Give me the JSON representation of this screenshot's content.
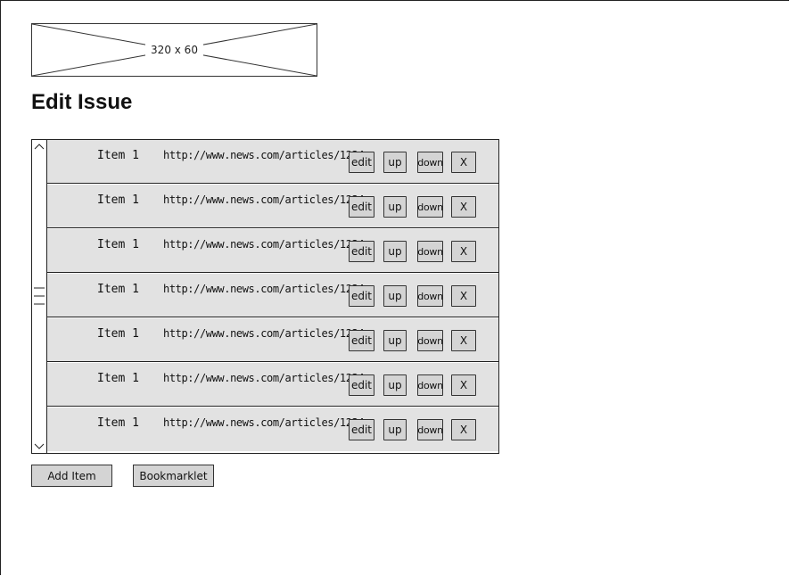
{
  "header": {
    "placeholder_label": "320 x 60",
    "title": "Edit Issue"
  },
  "items": [
    {
      "name": "Item 1",
      "url": "http://www.news.com/articles/1234",
      "edit_label": "edit",
      "up_label": "up",
      "down_label": "down",
      "remove_label": "X"
    },
    {
      "name": "Item 1",
      "url": "http://www.news.com/articles/1234",
      "edit_label": "edit",
      "up_label": "up",
      "down_label": "down",
      "remove_label": "X"
    },
    {
      "name": "Item 1",
      "url": "http://www.news.com/articles/1234",
      "edit_label": "edit",
      "up_label": "up",
      "down_label": "down",
      "remove_label": "X"
    },
    {
      "name": "Item 1",
      "url": "http://www.news.com/articles/1234",
      "edit_label": "edit",
      "up_label": "up",
      "down_label": "down",
      "remove_label": "X"
    },
    {
      "name": "Item 1",
      "url": "http://www.news.com/articles/1234",
      "edit_label": "edit",
      "up_label": "up",
      "down_label": "down",
      "remove_label": "X"
    },
    {
      "name": "Item 1",
      "url": "http://www.news.com/articles/1234",
      "edit_label": "edit",
      "up_label": "up",
      "down_label": "down",
      "remove_label": "X"
    },
    {
      "name": "Item 1",
      "url": "http://www.news.com/articles/1234",
      "edit_label": "edit",
      "up_label": "up",
      "down_label": "down",
      "remove_label": "X"
    }
  ],
  "actions": {
    "add_item_label": "Add Item",
    "bookmarklet_label": "Bookmarklet"
  },
  "icons": {
    "scroll_up": "chevron-up-icon",
    "scroll_down": "chevron-down-icon",
    "scroll_thumb": "grip-icon",
    "placeholder": "image-placeholder-icon"
  },
  "colors": {
    "row_background": "#e2e2e2",
    "button_background": "#d4d4d4",
    "border": "#222222"
  }
}
